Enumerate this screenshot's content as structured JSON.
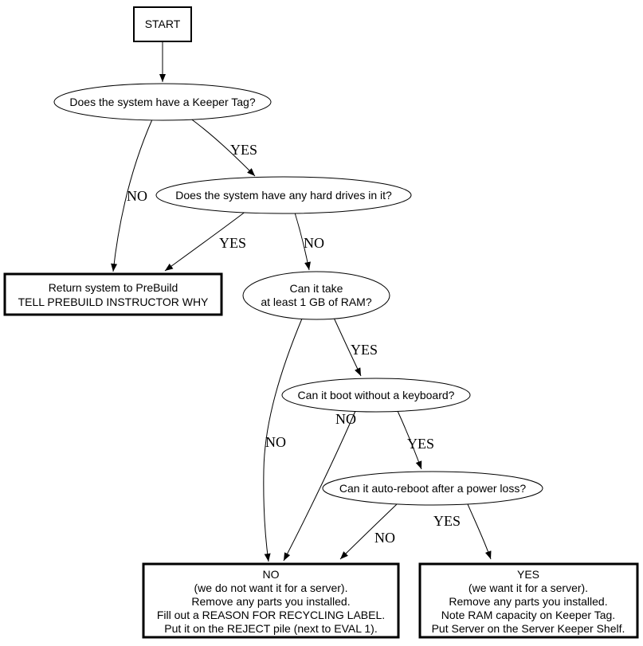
{
  "diagram_type": "flowchart",
  "nodes": {
    "start": {
      "label": "START"
    },
    "keeper_tag_question": {
      "label": "Does the system have a Keeper Tag?"
    },
    "hard_drives_question": {
      "label": "Does the system have any hard drives in it?"
    },
    "ram_question": {
      "line1": "Can it take",
      "line2": "at least 1 GB of RAM?"
    },
    "keyboard_question": {
      "label": "Can it boot without a keyboard?"
    },
    "reboot_question": {
      "label": "Can it auto-reboot after a power loss?"
    },
    "prebuild_box": {
      "line1": "Return system to PreBuild",
      "line2": "TELL PREBUILD INSTRUCTOR WHY"
    },
    "reject_box": {
      "line1": "NO",
      "line2": "(we do not want it for a server).",
      "line3": "Remove any parts you installed.",
      "line4": "Fill out a REASON FOR RECYCLING LABEL.",
      "line5": "Put it on the REJECT pile (next to EVAL 1)."
    },
    "keep_box": {
      "line1": "YES",
      "line2": "(we want it for a server).",
      "line3": "Remove any parts you installed.",
      "line4": "Note RAM capacity on Keeper Tag.",
      "line5": "Put Server on the Server Keeper Shelf."
    }
  },
  "edge_labels": {
    "keeper_yes": "YES",
    "keeper_no": "NO",
    "drives_yes": "YES",
    "drives_no": "NO",
    "ram_yes": "YES",
    "ram_no": "NO",
    "keyboard_no": "NO",
    "keyboard_yes": "YES",
    "reboot_no": "NO",
    "reboot_yes": "YES"
  },
  "colors": {
    "background": "#ffffff",
    "stroke": "#000000",
    "text": "#000000"
  }
}
